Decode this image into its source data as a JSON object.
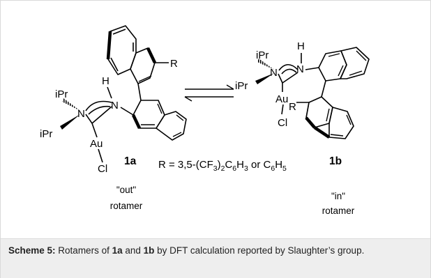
{
  "scheme": {
    "compound_1a": {
      "label": "1a",
      "substituent": "R",
      "atoms": {
        "N_amine": "N",
        "H": "H",
        "N_carbene": "N",
        "Au": "Au",
        "Cl": "Cl"
      },
      "ipr_top": "iPr",
      "ipr_bottom": "iPr",
      "descriptor": "\"out\"",
      "word": "rotamer"
    },
    "compound_1b": {
      "label": "1b",
      "substituent": "R",
      "atoms": {
        "N_amine": "N",
        "H": "H",
        "N_carbene": "N",
        "Au": "Au",
        "Cl": "Cl"
      },
      "ipr_top": "iPr",
      "ipr_bottom": "iPr",
      "descriptor": "\"in\"",
      "word": "rotamer"
    },
    "r_definition": {
      "lead": "R = 3,5-(CF",
      "sub1": "3",
      "mid1": ")",
      "sub2": "2",
      "mid2": "C",
      "sub3": "6",
      "mid3": "H",
      "sub4": "3",
      "mid4": " or C",
      "sub5": "6",
      "mid5": "H",
      "sub6": "5"
    }
  },
  "caption": {
    "label": "Scheme 5:",
    "text_a": " Rotamers of ",
    "bold_a": "1a",
    "text_b": " and ",
    "bold_b": "1b",
    "text_c": " by DFT calculation reported by Slaughter’s group."
  }
}
